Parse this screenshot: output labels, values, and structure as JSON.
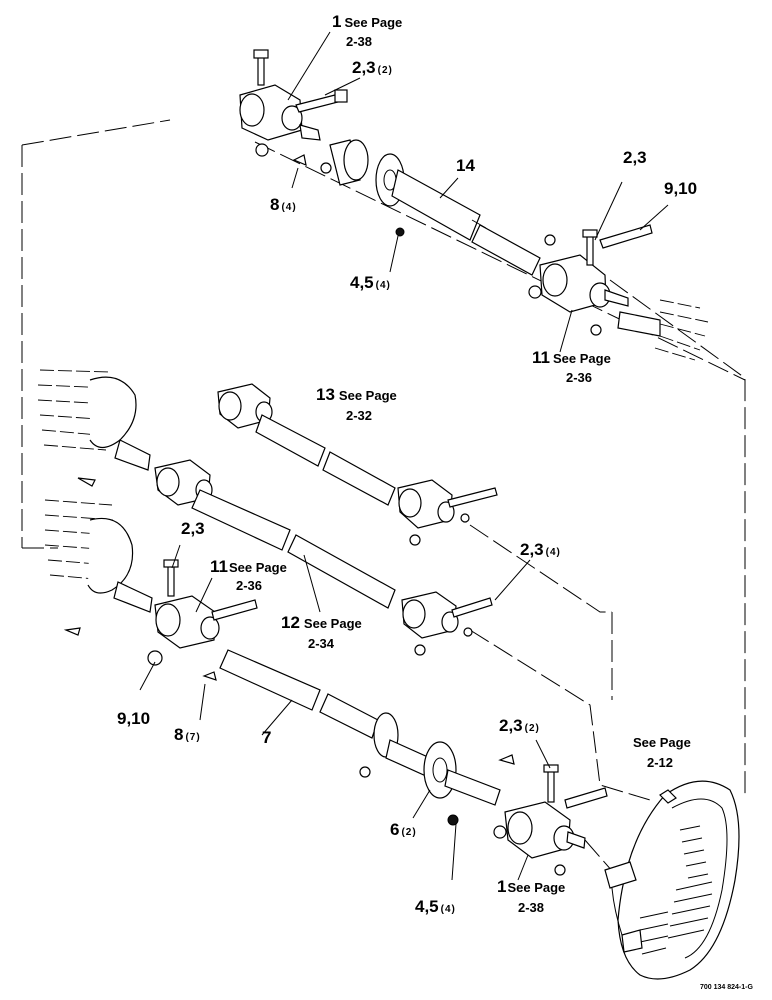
{
  "callouts": [
    {
      "id": "c1-top",
      "num": "1",
      "note": "See Page",
      "page": "2-38",
      "qty": ""
    },
    {
      "id": "c23-top",
      "num": "2,3",
      "note": "",
      "page": "",
      "qty": "(2)"
    },
    {
      "id": "c8-top",
      "num": "8",
      "note": "",
      "page": "",
      "qty": "(4)"
    },
    {
      "id": "c14",
      "num": "14",
      "note": "",
      "page": "",
      "qty": ""
    },
    {
      "id": "c23-right",
      "num": "2,3",
      "note": "",
      "page": "",
      "qty": ""
    },
    {
      "id": "c910-right",
      "num": "9,10",
      "note": "",
      "page": "",
      "qty": ""
    },
    {
      "id": "c45-top",
      "num": "4,5",
      "note": "",
      "page": "",
      "qty": "(4)"
    },
    {
      "id": "c11-right",
      "num": "11",
      "note": "See Page",
      "page": "2-36",
      "qty": ""
    },
    {
      "id": "c13",
      "num": "13",
      "note": "See Page",
      "page": "2-32",
      "qty": ""
    },
    {
      "id": "c23-left",
      "num": "2,3",
      "note": "",
      "page": "",
      "qty": ""
    },
    {
      "id": "c11-left",
      "num": "11",
      "note": "See Page",
      "page": "2-36",
      "qty": ""
    },
    {
      "id": "c23-mid",
      "num": "2,3",
      "note": "",
      "page": "",
      "qty": "(4)"
    },
    {
      "id": "c12",
      "num": "12",
      "note": "See Page",
      "page": "2-34",
      "qty": ""
    },
    {
      "id": "c910-left",
      "num": "9,10",
      "note": "",
      "page": "",
      "qty": ""
    },
    {
      "id": "c8-left",
      "num": "8",
      "note": "",
      "page": "",
      "qty": "(7)"
    },
    {
      "id": "c7",
      "num": "7",
      "note": "",
      "page": "",
      "qty": ""
    },
    {
      "id": "c23-bottom",
      "num": "2,3",
      "note": "",
      "page": "",
      "qty": "(2)"
    },
    {
      "id": "c-gearbox",
      "num": "",
      "note": "See Page",
      "page": "2-12",
      "qty": ""
    },
    {
      "id": "c6",
      "num": "6",
      "note": "",
      "page": "",
      "qty": "(2)"
    },
    {
      "id": "c45-bottom",
      "num": "4,5",
      "note": "",
      "page": "",
      "qty": "(4)"
    },
    {
      "id": "c1-bottom",
      "num": "1",
      "note": "See Page",
      "page": "2-38",
      "qty": ""
    }
  ],
  "figure_ref": "700 134 824-1-G"
}
